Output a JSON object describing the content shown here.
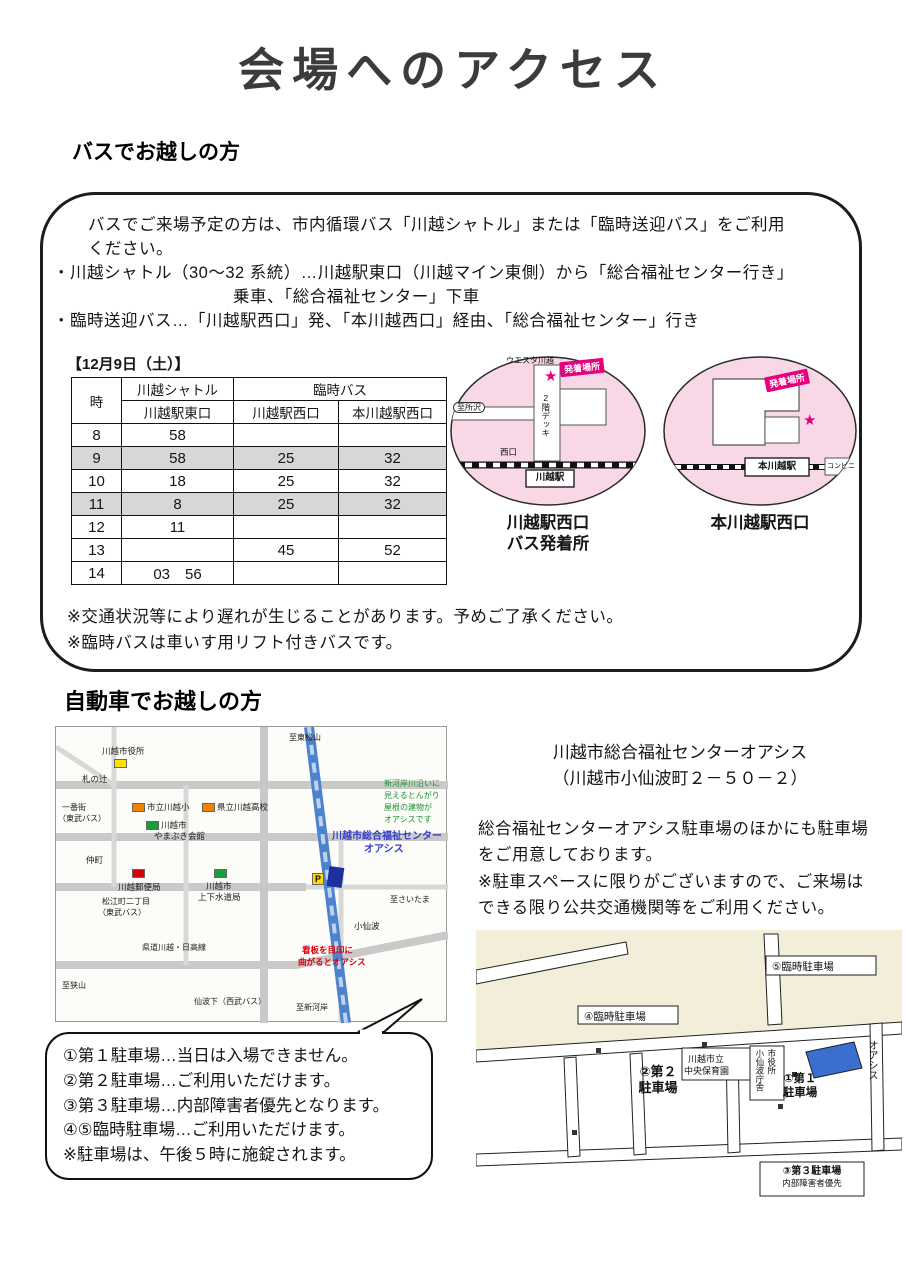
{
  "page": {
    "title": "会場へのアクセス"
  },
  "bus": {
    "heading": "バスでお越しの方",
    "intro1": "バスでご来場予定の方は、市内循環バス「川越シャトル」または「臨時送迎バス」をご利用",
    "intro2": "ください。",
    "bullet1a": "・川越シャトル（30～32 系統）…川越駅東口（川越マイン東側）から「総合福祉センター行き」",
    "bullet1b": "乗車、「総合福祉センター」下車",
    "bullet2": "・臨時送迎バス…「川越駅西口」発、「本川越西口」経由、「総合福祉センター」行き",
    "timetable": {
      "date_label": "【12月9日（土）】",
      "header": {
        "hour": "時",
        "shuttle": "川越シャトル",
        "extra": "臨時バス",
        "shuttle_sub": "川越駅東口",
        "extra_sub1": "川越駅西口",
        "extra_sub2": "本川越駅西口"
      },
      "rows": [
        {
          "hour": "8",
          "shuttle": "58",
          "west": "",
          "hon": ""
        },
        {
          "hour": "9",
          "shuttle": "58",
          "west": "25",
          "hon": "32"
        },
        {
          "hour": "10",
          "shuttle": "18",
          "west": "25",
          "hon": "32"
        },
        {
          "hour": "11",
          "shuttle": "8",
          "west": "25",
          "hon": "32"
        },
        {
          "hour": "12",
          "shuttle": "11",
          "west": "",
          "hon": ""
        },
        {
          "hour": "13",
          "shuttle": "",
          "west": "45",
          "hon": "52"
        },
        {
          "hour": "14",
          "shuttle": "03　56",
          "west": "",
          "hon": ""
        }
      ]
    },
    "west_map": {
      "badge": "発着場所",
      "westa": "ウエスタ川越",
      "to_tokorozawa": "至所沢",
      "deck": "2階デッキ",
      "west_exit": "西口",
      "station": "川越駅",
      "caption1": "川越駅西口",
      "caption2": "バス発着所"
    },
    "hon_map": {
      "badge": "発着場所",
      "station": "本川越駅",
      "conbini": "コンビニ",
      "caption": "本川越駅西口"
    },
    "note1": "※交通状況等により遅れが生じることがあります。予めご了承ください。",
    "note2": "※臨時バスは車いす用リフト付きバスです。",
    "accent_color": "#e6007e"
  },
  "car": {
    "heading": "自動車でお越しの方",
    "address1": "川越市総合福祉センターオアシス",
    "address2": "（川越市小仙波町２－５０－２）",
    "para1": "総合福祉センターオアシス駐車場のほかにも駐車場",
    "para2": "をご用意しております。",
    "para3": "※駐車スペースに限りがございますので、ご来場は",
    "para4": "できる限り公共交通機関等をご利用ください。",
    "bubble": {
      "line1": "①第１駐車場…当日は入場できません。",
      "line2": "②第２駐車場…ご利用いただけます。",
      "line3": "③第３駐車場…内部障害者優先となります。",
      "line4": "④⑤臨時駐車場…ご利用いただけます。",
      "line5": "※駐車場は、午後５時に施錠されます。"
    },
    "area_map": {
      "to_higashimatsuyama": "至東松山",
      "city_hall": "川越市役所",
      "fudanotsuji": "札の辻",
      "elementary": "市立川越小",
      "high_school": "県立川越高校",
      "yamabuki1": "川越市",
      "yamabuki2": "やまぶき会館",
      "ichibangai1": "一番街",
      "ichibangai2": "（東武バス）",
      "nakacho": "仲町",
      "post_office": "川越郵便局",
      "matsue1": "松江町二丁目",
      "matsue2": "（東武バス）",
      "water1": "川越市",
      "water2": "上下水道局",
      "oasis1": "川越市総合福祉センター",
      "oasis2": "オアシス",
      "p_mark": "P",
      "green_note1": "新河岸川沿いに",
      "green_note2": "見えるとんがり",
      "green_note3": "屋根の建物が",
      "green_note4": "オアシスです",
      "red_note1": "看板を目印に",
      "red_note2": "曲がるとオアシス",
      "kendo": "県道川越・日高線",
      "to_sayama": "至狭山",
      "kosenba": "小仙波",
      "senbashita": "仙波下（西武バス）",
      "to_saitama": "至さいたま",
      "to_shingashi": "至新河岸"
    },
    "parking_map": {
      "rinji5": "⑤臨時駐車場",
      "rinji4": "④臨時駐車場",
      "hoikuen1": "川越市立",
      "hoikuen2": "中央保育園",
      "chosha1": "市役所",
      "chosha2": "小仙波庁舎",
      "p2a": "②第２",
      "p2b": "駐車場",
      "p1a": "①第１",
      "p1b": "駐車場",
      "oasis": "オアシス",
      "p3a": "③第３駐車場",
      "p3b": "内部障害者優先"
    }
  }
}
